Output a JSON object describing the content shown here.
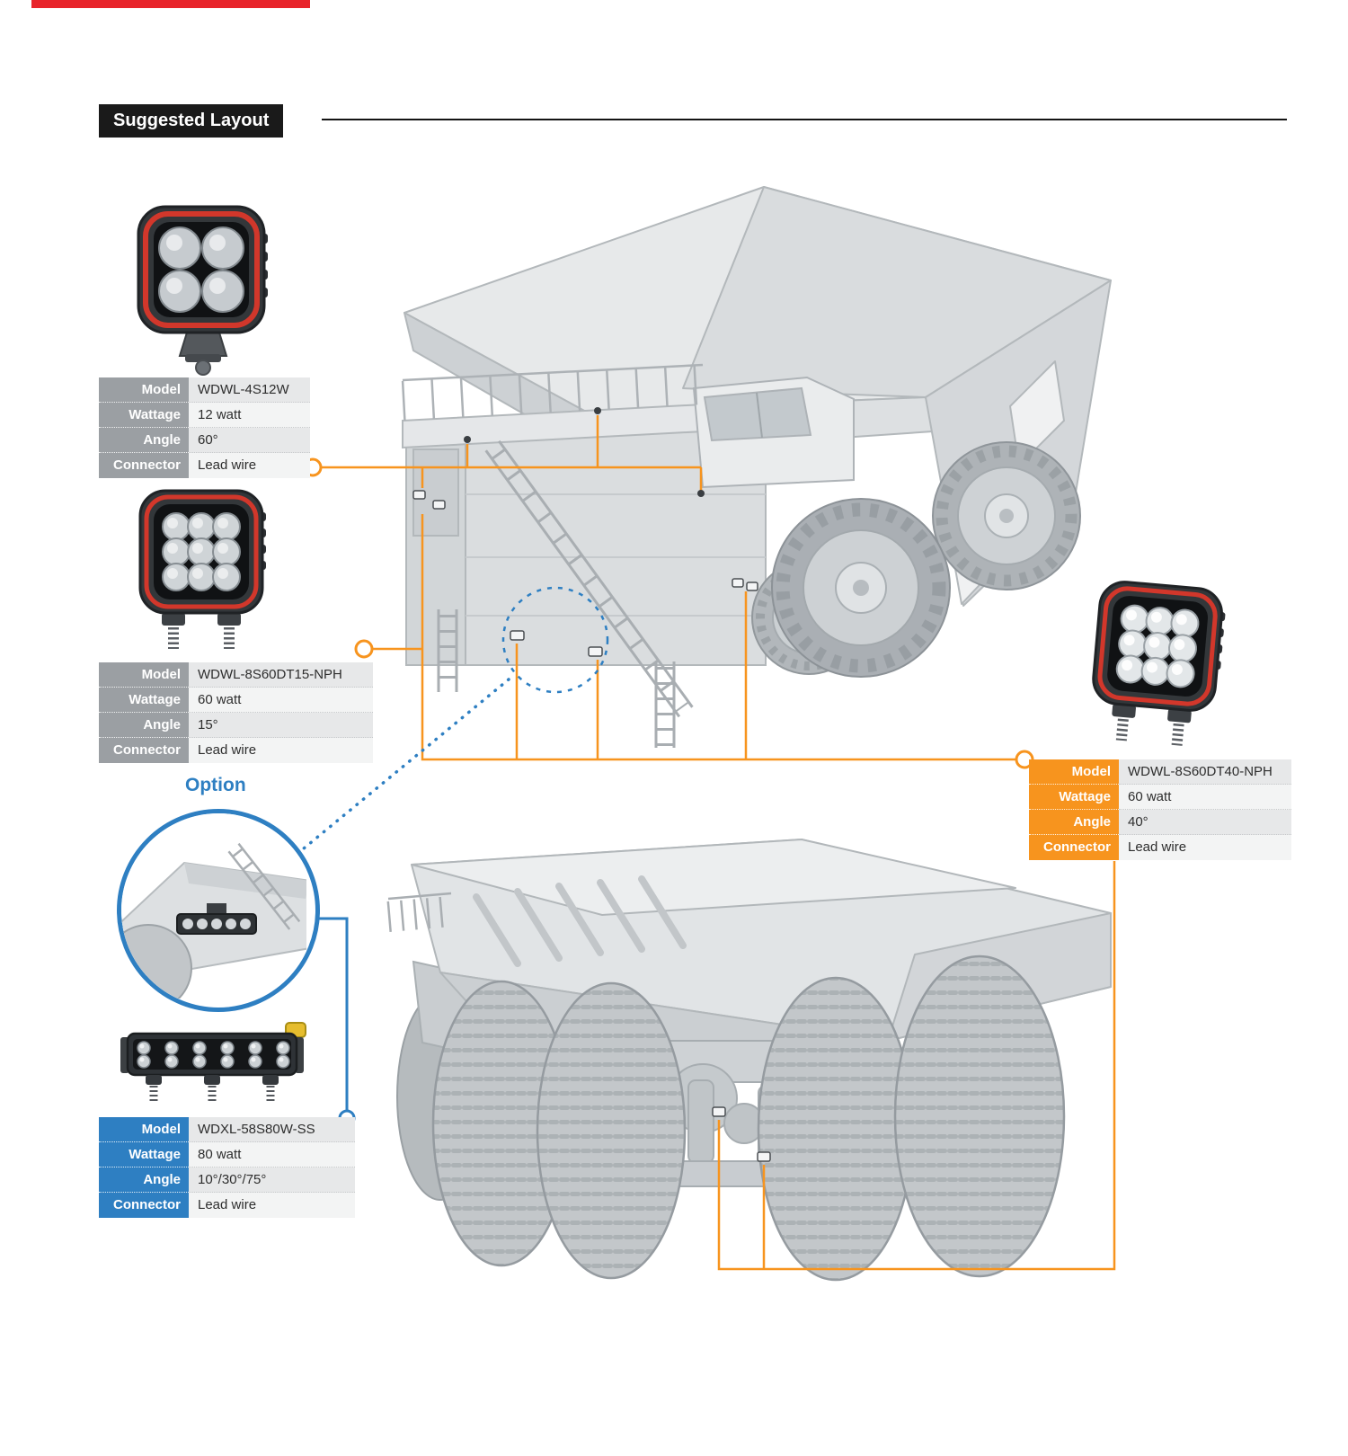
{
  "page": {
    "header": {
      "title": "Suggested Layout"
    },
    "option_label": "Option"
  },
  "colors": {
    "accent_orange": "#F7941E",
    "accent_blue": "#2E7FC2",
    "accent_red": "#E8232A",
    "label_gray": "#9B9FA3"
  },
  "products": [
    {
      "id": "wdwl-4s12w",
      "rows": [
        {
          "label": "Model",
          "value": "WDWL-4S12W"
        },
        {
          "label": "Wattage",
          "value": "12 watt"
        },
        {
          "label": "Angle",
          "value": "60°"
        },
        {
          "label": "Connector",
          "value": "Lead wire"
        }
      ]
    },
    {
      "id": "wdwl-8s60dt15-nph",
      "rows": [
        {
          "label": "Model",
          "value": "WDWL-8S60DT15-NPH"
        },
        {
          "label": "Wattage",
          "value": "60 watt"
        },
        {
          "label": "Angle",
          "value": "15°"
        },
        {
          "label": "Connector",
          "value": "Lead wire"
        }
      ]
    },
    {
      "id": "wdwl-8s60dt40-nph",
      "rows": [
        {
          "label": "Model",
          "value": "WDWL-8S60DT40-NPH"
        },
        {
          "label": "Wattage",
          "value": "60 watt"
        },
        {
          "label": "Angle",
          "value": "40°"
        },
        {
          "label": "Connector",
          "value": "Lead wire"
        }
      ]
    },
    {
      "id": "wdxl-58s80w-ss",
      "rows": [
        {
          "label": "Model",
          "value": "WDXL-58S80W-SS"
        },
        {
          "label": "Wattage",
          "value": "80 watt"
        },
        {
          "label": "Angle",
          "value": "10°/30°/75°"
        },
        {
          "label": "Connector",
          "value": "Lead wire"
        }
      ]
    }
  ]
}
